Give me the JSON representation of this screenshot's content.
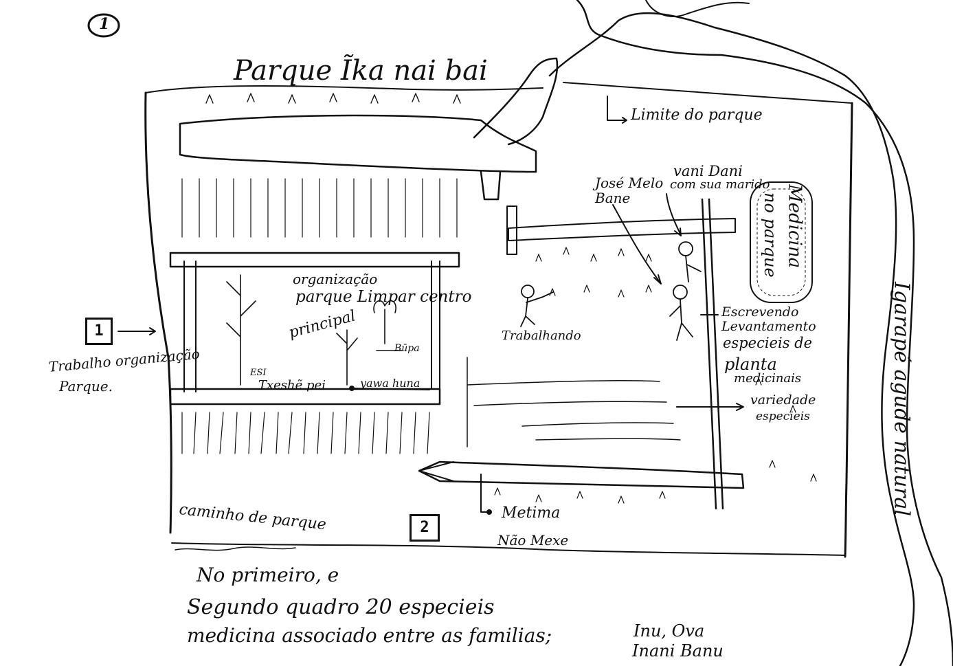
{
  "page_number": "1",
  "title": "Parque Ĩka nai bai",
  "labels": {
    "limite": "Limite do parque",
    "jose_melo": "José Melo",
    "bane": "Bane",
    "vani_dani": "vani Dani",
    "com_sua_marido": "com sua marido",
    "medicina": "Medicina",
    "no_parque": "no parque",
    "organizacao": "organização",
    "parque_limpar": "parque Limpar centro",
    "principal": "principal",
    "bupa": "Būpa",
    "esi": "ESI",
    "txeshe_pei": "Txeshẽ pei",
    "yawa_huna": "yawa huna",
    "trabalhando": "Trabalhando",
    "escrevendo": "Escrevendo",
    "levantamento": "Levantamento",
    "especieis_de": "especieis de",
    "planta": "planta",
    "medicinais": "medicinais",
    "variedade": "variedade",
    "especies": "especieis",
    "igarape": "Igarapé agude natural",
    "box1": "1",
    "box2": "2",
    "trabalho_org": "Trabalho organização",
    "parque": "Parque.",
    "caminho": "caminho de parque",
    "metima": "Metima",
    "nao_mexe": "Não Mexe"
  },
  "footer": {
    "line1": "No primeiro, e",
    "line2": "Segundo quadro 20 especieis",
    "line3": "medicina associado entre as familias;",
    "names1": "Inu, Ova",
    "names2": "Inani Banu"
  }
}
